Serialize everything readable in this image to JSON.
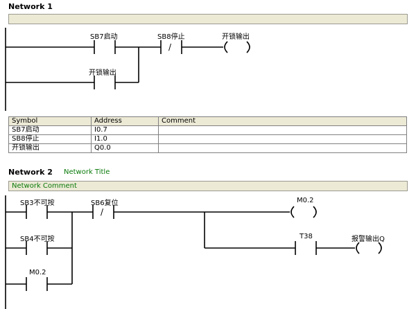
{
  "network1": {
    "title": "Network 1",
    "contacts": [
      "SB7启动",
      "开锁输出"
    ],
    "nc_contact": "SB8停止",
    "coil": "开锁输出"
  },
  "symbol_table": {
    "headers": [
      "Symbol",
      "Address",
      "Comment"
    ],
    "rows": [
      {
        "symbol": "SB7启动",
        "address": "I0.7",
        "comment": ""
      },
      {
        "symbol": "SB8停止",
        "address": "I1.0",
        "comment": ""
      },
      {
        "symbol": "开锁输出",
        "address": "Q0.0",
        "comment": ""
      }
    ]
  },
  "network2": {
    "title": "Network 2",
    "subtitle": "Network Title",
    "comment": "Network Comment",
    "contacts": [
      "SB3不可按",
      "SB4不可按",
      "M0.2",
      "T38"
    ],
    "nc_contact": "SB6复位",
    "coils": [
      "M0.2",
      "报警输出Q"
    ]
  },
  "glyphs": {
    "nc_slash": "/"
  }
}
